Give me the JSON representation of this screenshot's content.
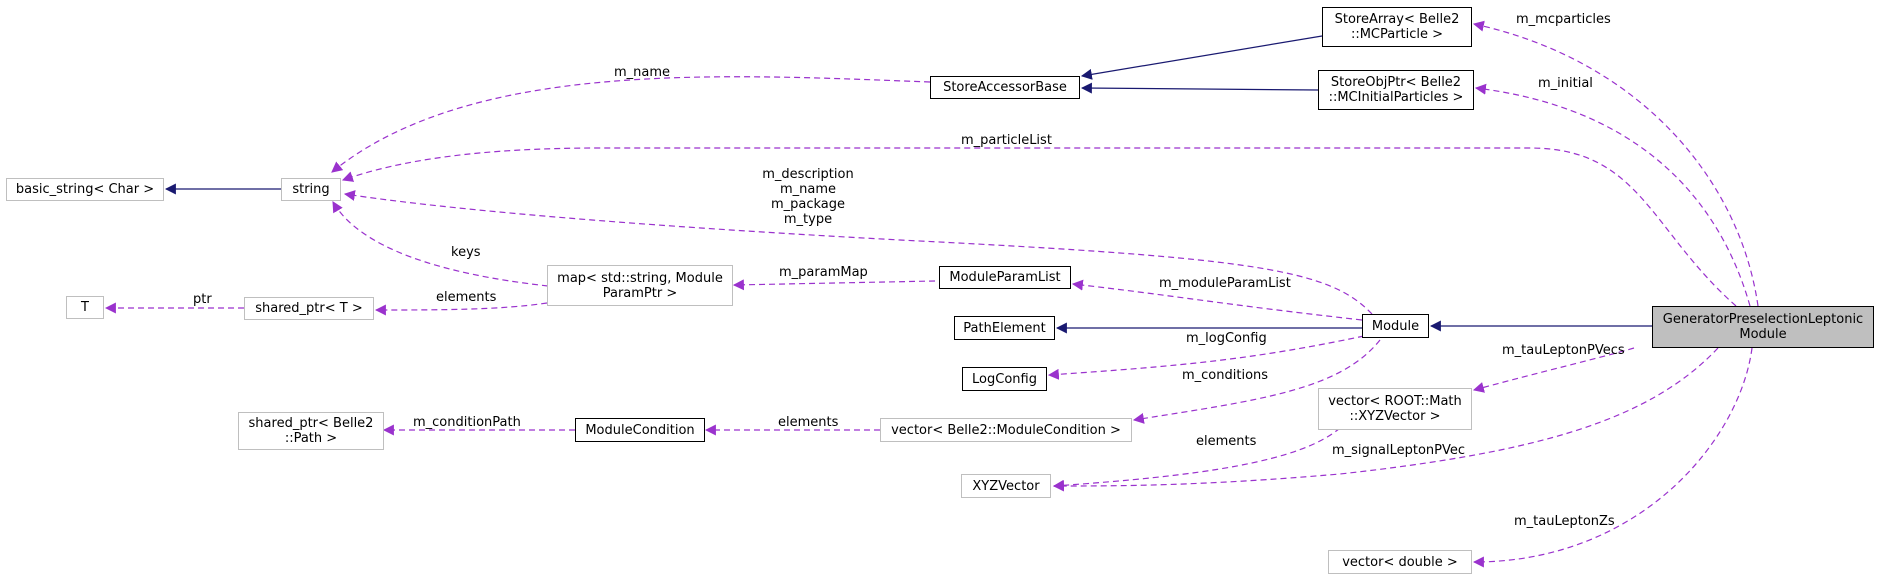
{
  "nodes": {
    "storearray": "StoreArray< Belle2\n::MCParticle >",
    "storeobjptr": "StoreObjPtr< Belle2\n::MCInitialParticles >",
    "storeaccessorbase": "StoreAccessorBase",
    "basic_string": "basic_string< Char >",
    "string": "string",
    "map": "map< std::string, Module\nParamPtr >",
    "moduleparamlist": "ModuleParamList",
    "t": "T",
    "shared_ptr_t": "shared_ptr< T >",
    "pathelement": "PathElement",
    "module": "Module",
    "main": "GeneratorPreselectionLeptonic\nModule",
    "logconfig": "LogConfig",
    "shared_ptr_path": "shared_ptr< Belle2\n::Path >",
    "modulecondition": "ModuleCondition",
    "vector_modulecondition": "vector< Belle2::ModuleCondition >",
    "vector_xyz": "vector< ROOT::Math\n::XYZVector >",
    "xyzvector": "XYZVector",
    "vector_double": "vector< double >"
  },
  "edge_labels": {
    "m_mcparticles": "m_mcparticles",
    "m_initial": "m_initial",
    "m_name": "m_name",
    "m_particleList": "m_particleList",
    "module_string": "m_description\nm_name\nm_package\nm_type",
    "keys": "keys",
    "m_paramMap": "m_paramMap",
    "ptr": "ptr",
    "elements_map": "elements",
    "m_moduleParamList": "m_moduleParamList",
    "m_logConfig": "m_logConfig",
    "m_conditions": "m_conditions",
    "m_tauLeptonPVecs": "m_tauLeptonPVecs",
    "m_conditionPath": "m_conditionPath",
    "elements_cond": "elements",
    "elements_xyz": "elements",
    "m_signalLeptonPVec": "m_signalLeptonPVec",
    "m_tauLeptonZs": "m_tauLeptonZs"
  },
  "colors": {
    "inheritance": "#191970",
    "usage": "#9a32cd",
    "highlight_fill": "#bfbfbf",
    "external_border": "#bfbfbf"
  }
}
